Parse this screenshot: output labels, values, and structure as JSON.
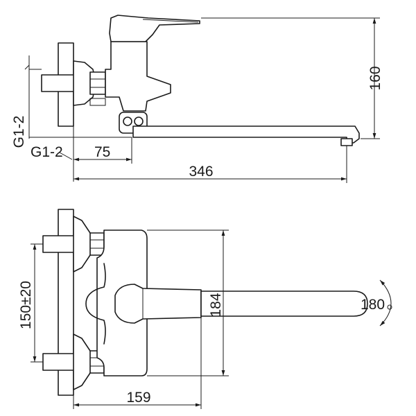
{
  "dimensions": {
    "height_top": "160",
    "thread_left": "G1-2",
    "thread_bottom": "G1-2",
    "offset_75": "75",
    "length_346": "346",
    "center_distance": "150±20",
    "body_height": "184",
    "swivel_angle": "180",
    "depth_159": "159"
  },
  "colors": {
    "line": "#1a1a1a",
    "background": "#ffffff"
  }
}
